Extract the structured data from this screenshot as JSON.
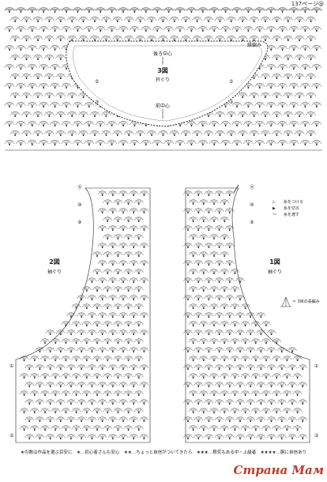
{
  "page_ref": "137ページ@",
  "figure3": {
    "title": "3図",
    "subtitle": "衿ぐり",
    "back_center": "後ろ中心",
    "front_center": "前中心",
    "side_join": "縁編み"
  },
  "figure2": {
    "title": "2図",
    "subtitle": "袖ぐり"
  },
  "figure1": {
    "title": "1図",
    "subtitle": "袖ぐり"
  },
  "legend": {
    "items": [
      {
        "symbol": "▷",
        "text": "糸をつける"
      },
      {
        "symbol": "▶",
        "text": "糸を切る"
      },
      {
        "symbol": "〜",
        "text": "糸を渡す"
      }
    ],
    "extra": "＝ 3目の長編み"
  },
  "row_markers": [
    "⑪",
    "⑩",
    "⑨",
    "⑧",
    "⑦",
    "⑥",
    "⑤",
    "④",
    "③",
    "②",
    "①"
  ],
  "footer": "★の数は作品を選ぶ目安に　★…初心者さんも安心　★★…ちょっと自信がついてきたら　★★★…根気もある中・上級者　★★★★…腕に自信あり",
  "watermark": "Страна Мам"
}
